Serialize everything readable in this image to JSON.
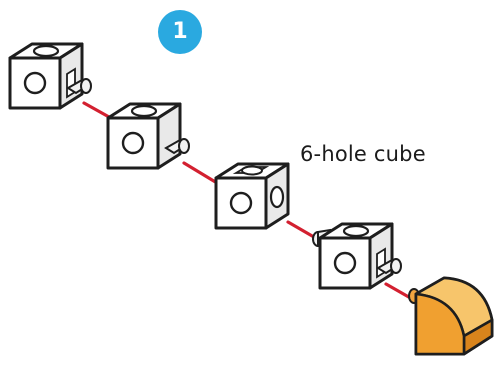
{
  "step": {
    "number": "1"
  },
  "labels": {
    "part_name": "6-hole cube"
  },
  "colors": {
    "badge": "#2aa9e0",
    "connector_line": "#d32030",
    "cube_face": "#ffffff",
    "cube_outline": "#1e1e1e",
    "cube_shade": "#e9e9e9",
    "peg": "#f2f2f2",
    "end_cap": "#f0a030",
    "end_cap_shade": "#d9841c",
    "end_cap_highlight": "#f7c56b"
  },
  "parts": [
    {
      "name": "cube-1",
      "type": "cube-with-peg"
    },
    {
      "name": "cube-2",
      "type": "cube-with-peg"
    },
    {
      "name": "cube-3",
      "type": "6-hole-cube"
    },
    {
      "name": "cube-4",
      "type": "cube-with-pegs"
    },
    {
      "name": "end-cap",
      "type": "rounded-end-cap"
    }
  ]
}
